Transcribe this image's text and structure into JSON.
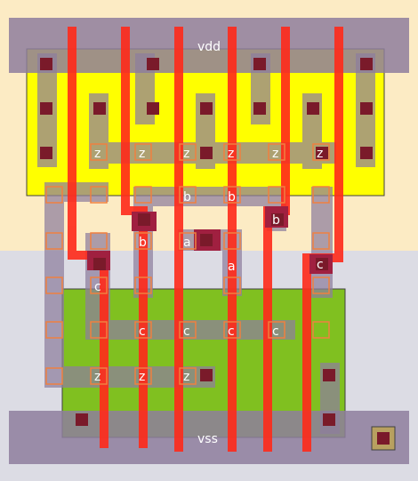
{
  "rails": {
    "top": "vdd",
    "bottom": "vss"
  },
  "net_labels": [
    "z",
    "z",
    "z",
    "z",
    "z",
    "z",
    "b",
    "b",
    "b",
    "b",
    "a",
    "c",
    "a",
    "c",
    "c",
    "c",
    "c",
    "c",
    "z",
    "z",
    "z"
  ],
  "colors": {
    "nwell": "#fcebc4",
    "pwell": "#dcdce4",
    "pdiff": "#ffff00",
    "ndiff": "#80c020",
    "poly": "#ff2a1a",
    "metal1": "#8e7e9e",
    "contact": "#7a1a2a",
    "via_outline": "#f08040"
  }
}
